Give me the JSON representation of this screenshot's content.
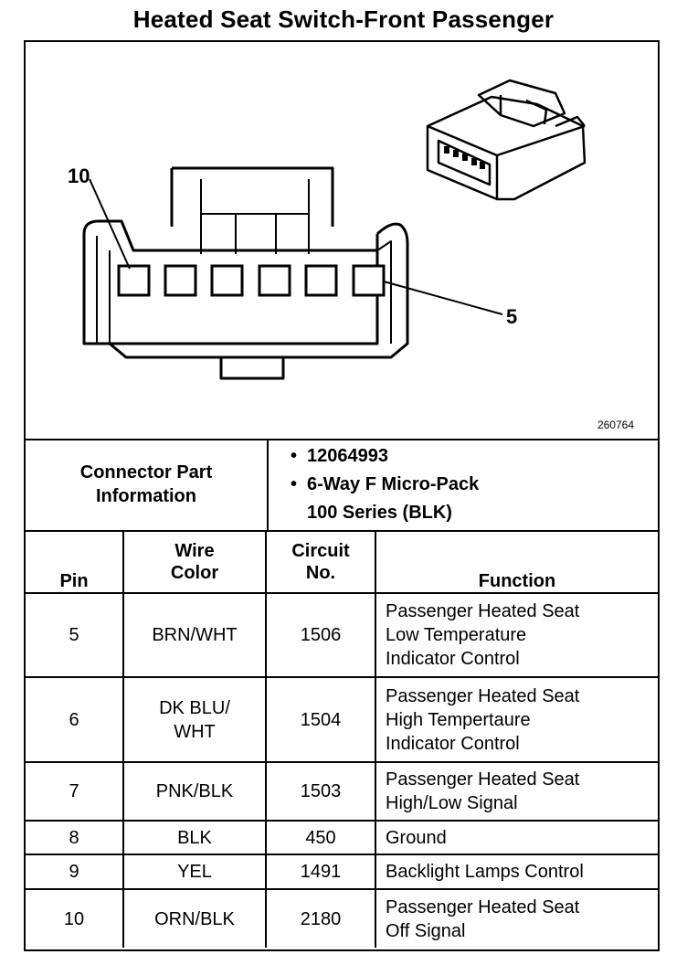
{
  "title": "Heated Seat Switch-Front Passenger",
  "diagram": {
    "figure_id": "260764",
    "callouts": [
      "10",
      "5"
    ],
    "pin_cavities": 6
  },
  "connector_info": {
    "label_line1": "Connector Part",
    "label_line2": "Information",
    "values": [
      "12064993",
      "6-Way F Micro-Pack",
      "100 Series (BLK)"
    ],
    "bullet": "•"
  },
  "pin_table": {
    "headers": {
      "pin": "Pin",
      "wire_color_line1": "Wire",
      "wire_color_line2": "Color",
      "circuit_line1": "Circuit",
      "circuit_line2": "No.",
      "function": "Function"
    },
    "rows": [
      {
        "pin": "5",
        "wire": [
          "BRN/WHT"
        ],
        "circuit": "1506",
        "function": [
          "Passenger Heated Seat",
          "Low Temperature",
          "Indicator Control"
        ]
      },
      {
        "pin": "6",
        "wire": [
          "DK BLU/",
          "WHT"
        ],
        "circuit": "1504",
        "function": [
          "Passenger Heated Seat",
          "High Tempertaure",
          "Indicator Control"
        ]
      },
      {
        "pin": "7",
        "wire": [
          "PNK/BLK"
        ],
        "circuit": "1503",
        "function": [
          "Passenger Heated Seat",
          "High/Low Signal"
        ]
      },
      {
        "pin": "8",
        "wire": [
          "BLK"
        ],
        "circuit": "450",
        "function": [
          "Ground"
        ]
      },
      {
        "pin": "9",
        "wire": [
          "YEL"
        ],
        "circuit": "1491",
        "function": [
          "Backlight Lamps Control"
        ]
      },
      {
        "pin": "10",
        "wire": [
          "ORN/BLK"
        ],
        "circuit": "2180",
        "function": [
          "Passenger Heated Seat",
          "Off Signal"
        ]
      }
    ]
  }
}
